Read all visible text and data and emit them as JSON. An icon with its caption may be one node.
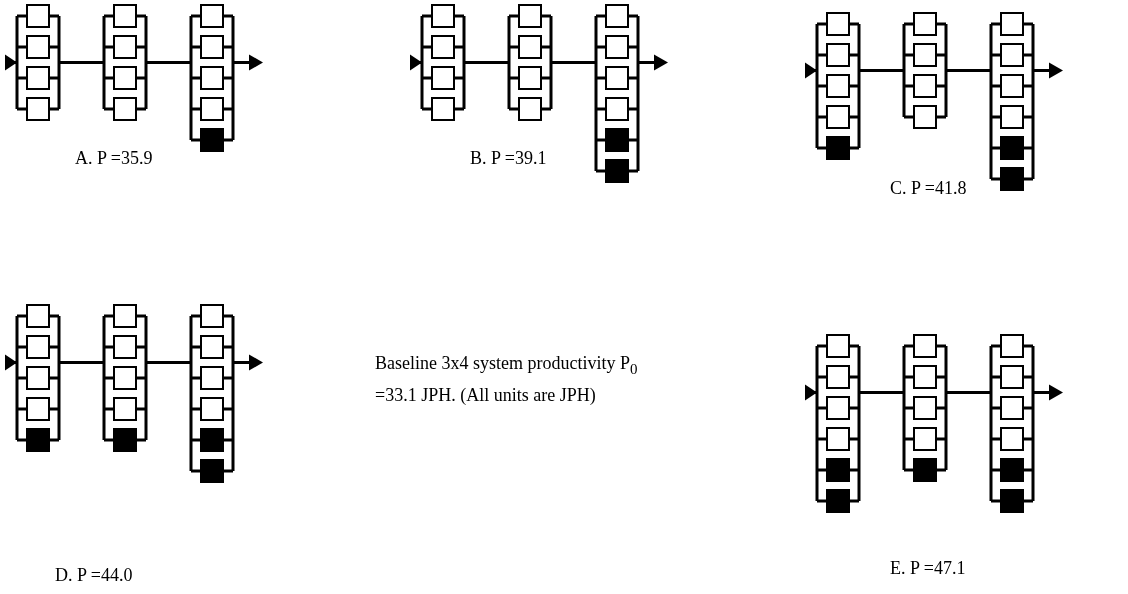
{
  "diagram": {
    "labels": [
      "A. P =35.9",
      "B. P =39.1",
      "C. P =41.8",
      "Baseline 3x4 system productivity P$_{0}$ =33.1 JPH. (All units are JPH)",
      "D. P =44.0",
      "E. P =47.1"
    ]
  }
}
